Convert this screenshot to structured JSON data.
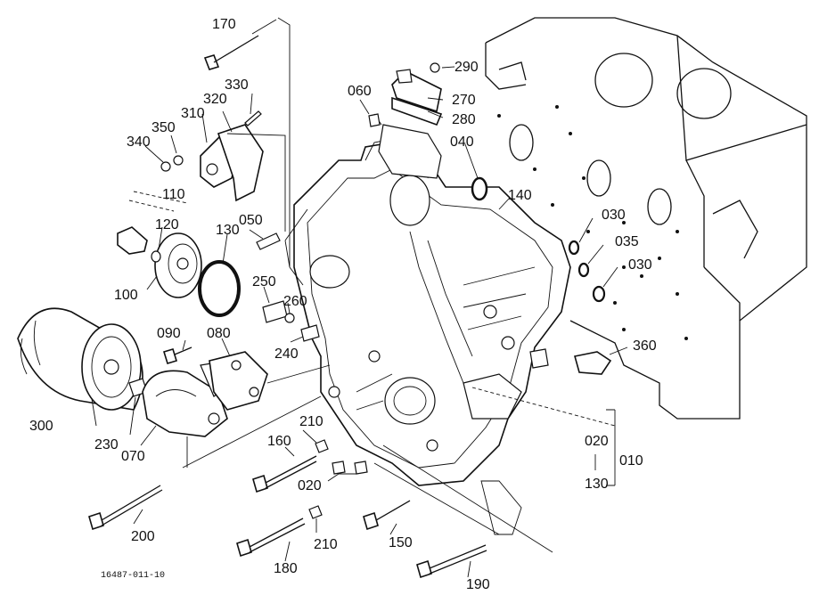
{
  "diagram": {
    "labels": {
      "p170": "170",
      "p330": "330",
      "p320": "320",
      "p310": "310",
      "p350": "350",
      "p340": "340",
      "p110": "110",
      "p120": "120",
      "p130": "130",
      "p050": "050",
      "p060": "060",
      "p290": "290",
      "p270": "270",
      "p280": "280",
      "p040": "040",
      "p140": "140",
      "p030a": "030",
      "p035": "035",
      "p030b": "030",
      "p100": "100",
      "p250": "250",
      "p260": "260",
      "p240": "240",
      "p090": "090",
      "p080": "080",
      "p360": "360",
      "p300": "300",
      "p230": "230",
      "p070": "070",
      "p210a": "210",
      "p160": "160",
      "p020a": "020",
      "p020b": "020",
      "p010": "010",
      "p130b": "130",
      "p200": "200",
      "p210b": "210",
      "p150": "150",
      "p180": "180",
      "p190": "190"
    },
    "drawing_number": "16487-011-10"
  }
}
